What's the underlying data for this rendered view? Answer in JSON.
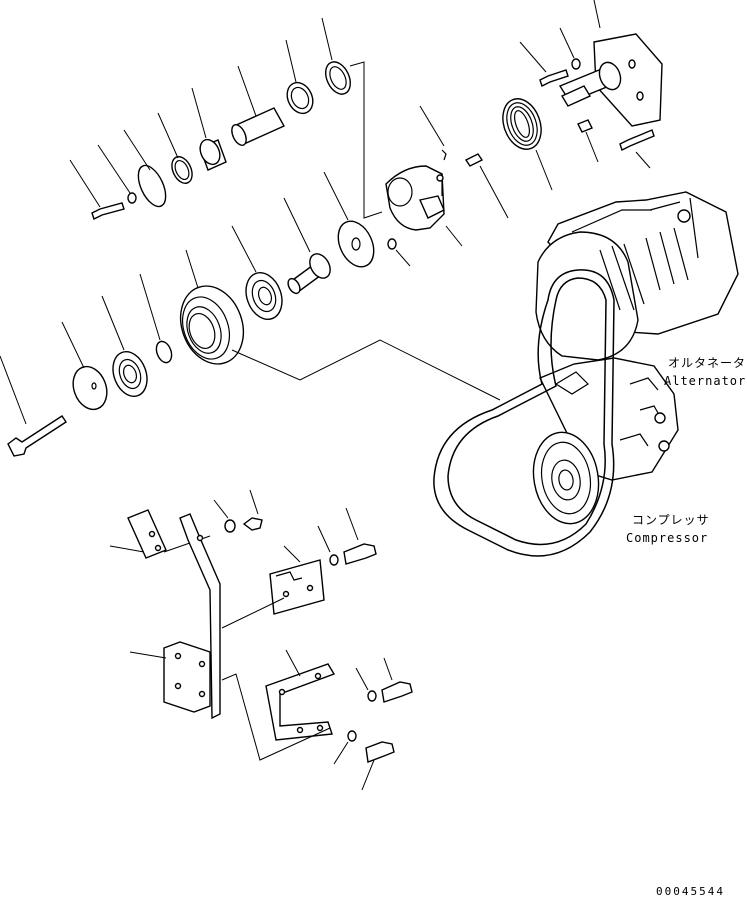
{
  "labels": {
    "alternator_jp": "オルタネータ",
    "alternator_en": "Alternator",
    "compressor_jp": "コンプレッサ",
    "compressor_en": "Compressor"
  },
  "drawing_code": "00045544"
}
